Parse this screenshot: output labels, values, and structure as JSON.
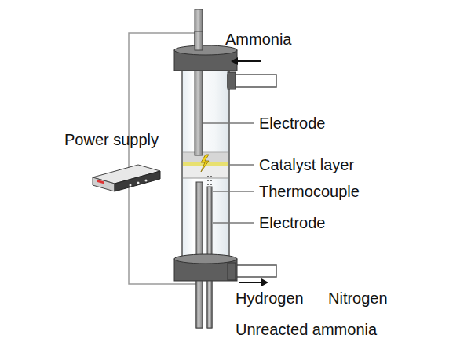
{
  "diagram": {
    "labels": [
      "Ammonia",
      "Electrode",
      "Power supply",
      "Catalyst layer",
      "Thermocouple",
      "Electrode",
      "Hydrogen",
      "Nitrogen",
      "Unreacted ammonia"
    ]
  }
}
